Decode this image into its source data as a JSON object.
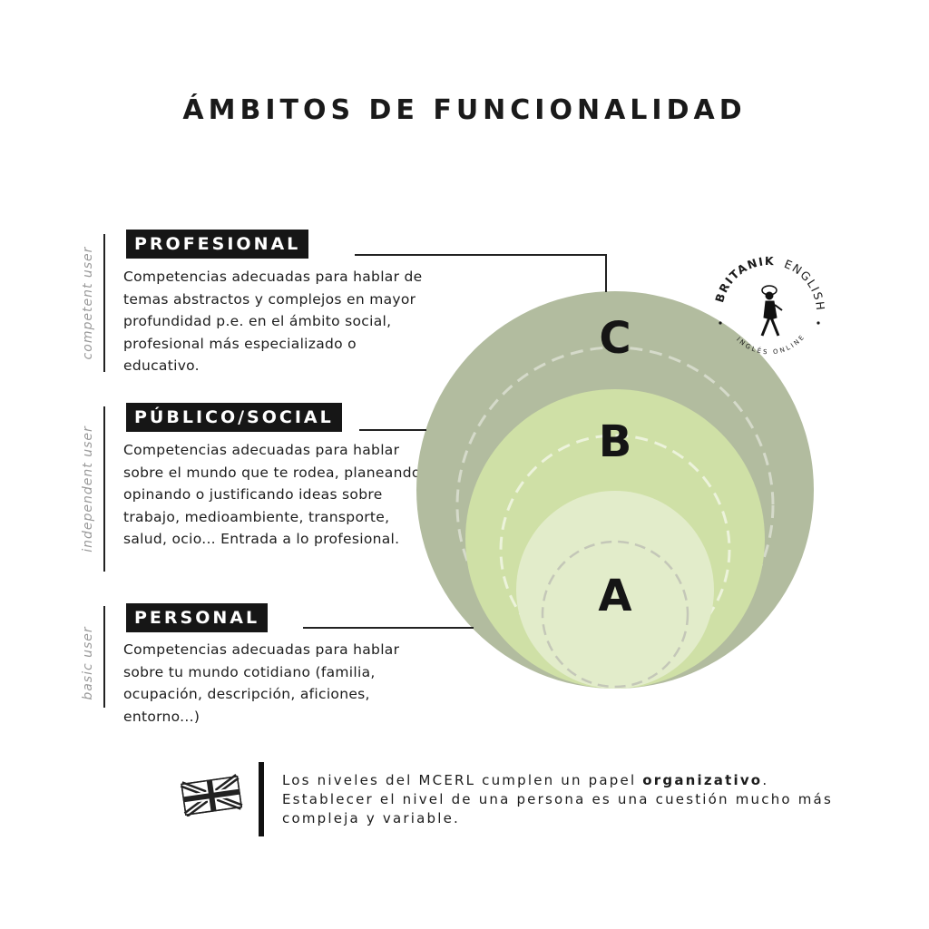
{
  "title": "ÁMBITOS DE FUNCIONALIDAD",
  "levels": [
    {
      "user_label": "competent user",
      "tag": "PROFESIONAL",
      "description": "Competencias adecuadas para hablar de temas abstractos y complejos en mayor profundidad p.e. en el ámbito social, profesional más especializado o educativo.",
      "letter": "C"
    },
    {
      "user_label": "independent user",
      "tag": "PÚBLICO/SOCIAL",
      "description": "Competencias adecuadas para hablar sobre el mundo que te rodea, planeando, opinando o justificando ideas sobre trabajo, medioambiente, transporte, salud, ocio... Entrada a lo profesional.",
      "letter": "B"
    },
    {
      "user_label": "basic user",
      "tag": "PERSONAL",
      "description": "Competencias adecuadas para hablar sobre tu mundo cotidiano (familia, ocupación, descripción, aficiones, entorno...)",
      "letter": "A"
    }
  ],
  "circle_colors": [
    "#b2bc9f",
    "#cfe0a6",
    "#e2ecca"
  ],
  "footer": {
    "text_before": "Los niveles del MCERL cumplen un papel ",
    "bold": "organizativo",
    "text_after": ". Establecer el nivel de una persona es una cuestión mucho más compleja y variable."
  },
  "logo": {
    "brand": "BRITANIK",
    "brand_suffix": "ENGLISH",
    "tagline": "INGLÉS ONLINE",
    "icon": "walking-man-icon"
  },
  "flag_icon": "union-jack-flag-icon"
}
